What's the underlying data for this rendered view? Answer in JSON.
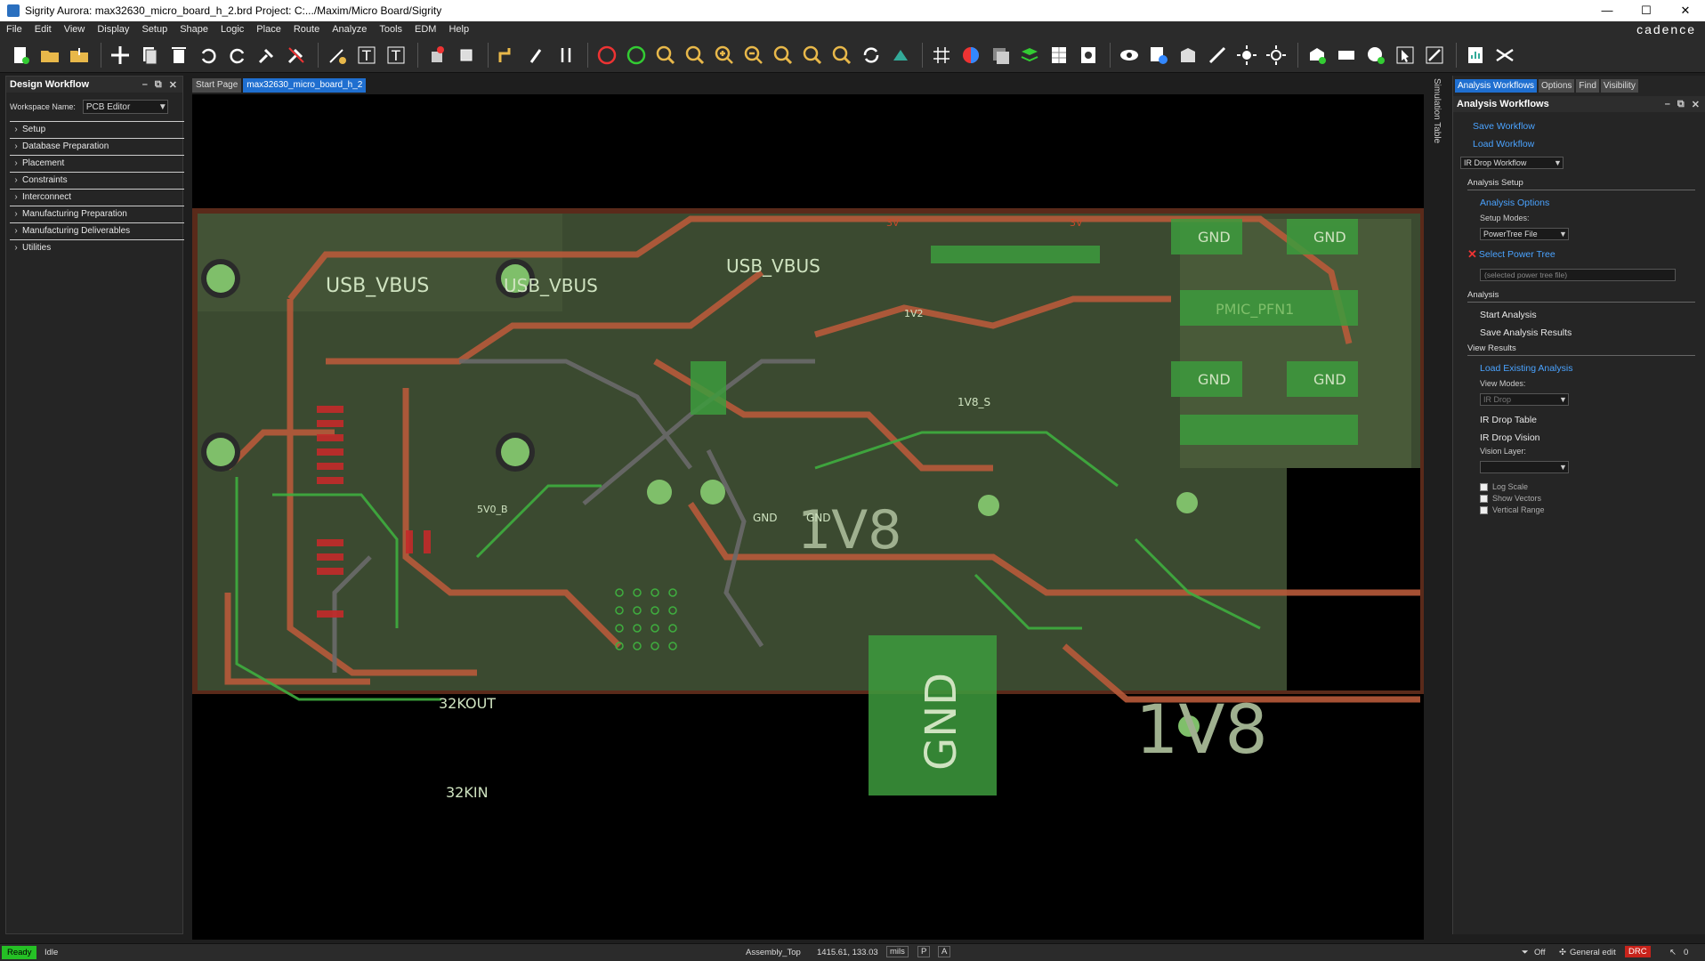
{
  "window": {
    "title": "Sigrity Aurora: max32630_micro_board_h_2.brd  Project: C:.../Maxim/Micro Board/Sigrity",
    "buttons": [
      "—",
      "☐",
      "✕"
    ]
  },
  "menu": {
    "items": [
      "File",
      "Edit",
      "View",
      "Display",
      "Setup",
      "Shape",
      "Logic",
      "Place",
      "Route",
      "Analyze",
      "Tools",
      "EDM",
      "Help"
    ],
    "brand": "cadence"
  },
  "left_panel": {
    "title": "Design Workflow",
    "workspace_label": "Workspace Name:",
    "workspace_value": "PCB Editor",
    "items": [
      "Setup",
      "Database Preparation",
      "Placement",
      "Constraints",
      "Interconnect",
      "Manufacturing Preparation",
      "Manufacturing Deliverables",
      "Utilities"
    ]
  },
  "tabs": [
    "Start Page",
    "max32630_micro_board_h_2"
  ],
  "side_tab": "Simulation Table",
  "right_panel": {
    "tabs": [
      "Analysis Workflows",
      "Options",
      "Find",
      "Visibility"
    ],
    "title": "Analysis Workflows",
    "save_workflow": "Save Workflow",
    "load_workflow": "Load Workflow",
    "workflow_select": "IR Drop Workflow",
    "analysis_setup": "Analysis Setup",
    "analysis_options": "Analysis Options",
    "setup_modes_label": "Setup Modes:",
    "setup_modes_value": "PowerTree File",
    "select_power_tree": "Select Power Tree",
    "power_tree_placeholder": "(selected power tree file)",
    "analysis": "Analysis",
    "start_analysis": "Start Analysis",
    "save_results": "Save Analysis Results",
    "view_results": "View Results",
    "load_existing": "Load Existing Analysis",
    "view_modes_label": "View Modes:",
    "view_modes_value": "IR Drop",
    "ir_drop_table": "IR Drop Table",
    "ir_drop_vision": "IR Drop Vision",
    "vision_layer_label": "Vision Layer:",
    "checkboxes": [
      "Log Scale",
      "Show Vectors",
      "Vertical Range"
    ]
  },
  "pcb_labels": {
    "gnd": "GND",
    "v1v8": "1V8",
    "v1v2": "1V2",
    "v3v": "3V",
    "usb_vbus": "USB_VBUS",
    "v5v0": "5V0_B",
    "kout": "32KOUT",
    "kin": "32KIN",
    "pmic": "PMIC_PFN1",
    "v1v8s": "1V8_S"
  },
  "status": {
    "ready": "Ready",
    "idle": "Idle",
    "layer": "Assembly_Top",
    "coords": "1415.61, 133.03",
    "units": "mils",
    "p": "P",
    "a": "A",
    "off": "Off",
    "mode": "General edit",
    "drc": "DRC",
    "count": "0"
  },
  "colors": {
    "accent": "#1f6fd0",
    "link": "#4aa3ff",
    "board": "#3b4a30",
    "copper_green": "#3fae3f",
    "trace_red": "#b85a3a"
  }
}
